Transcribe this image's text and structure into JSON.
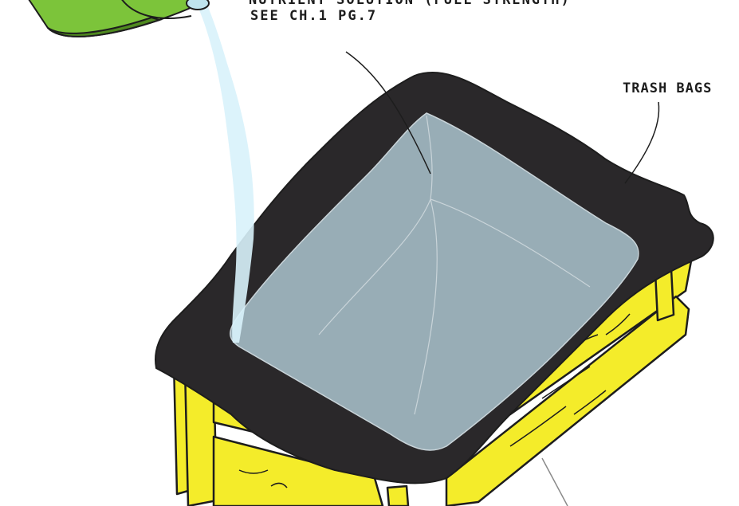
{
  "labels": {
    "nutrient": "NUTRIENT SOLUTION (FULL STRENGTH)",
    "see_ref": "SEE CH.1 PG.7",
    "trash_bags": "TRASH BAGS"
  },
  "colors": {
    "wood": "#f4ec2a",
    "wood_outline": "#1d1d1d",
    "liner": "#2a282a",
    "solution": "#98adb6",
    "water_stream": "#d8f2fb",
    "bucket": "#7cc43a",
    "bucket_dark": "#4f8a1f"
  },
  "icons": {
    "bucket": "watering-bucket-icon"
  }
}
